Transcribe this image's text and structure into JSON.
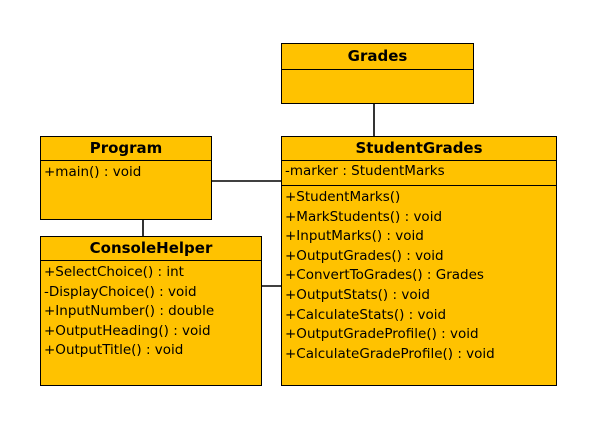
{
  "classes": {
    "grades": {
      "name": "Grades",
      "attributes": [],
      "methods": []
    },
    "student_grades": {
      "name": "StudentGrades",
      "attributes": [
        "-marker : StudentMarks"
      ],
      "methods": [
        "+StudentMarks()",
        "+MarkStudents() : void",
        "+InputMarks() : void",
        "+OutputGrades() : void",
        "+ConvertToGrades() : Grades",
        "+OutputStats() : void",
        "+CalculateStats() : void",
        "+OutputGradeProfile() : void",
        "+CalculateGradeProfile() : void"
      ]
    },
    "program": {
      "name": "Program",
      "methods": [
        "+main() : void"
      ]
    },
    "console_helper": {
      "name": "ConsoleHelper",
      "methods": [
        "+SelectChoice() : int",
        "-DisplayChoice() : void",
        "+InputNumber() : double",
        "+OutputHeading() : void",
        "+OutputTitle() : void"
      ]
    }
  },
  "colors": {
    "class_fill": "#ffc200",
    "line": "#000000"
  }
}
